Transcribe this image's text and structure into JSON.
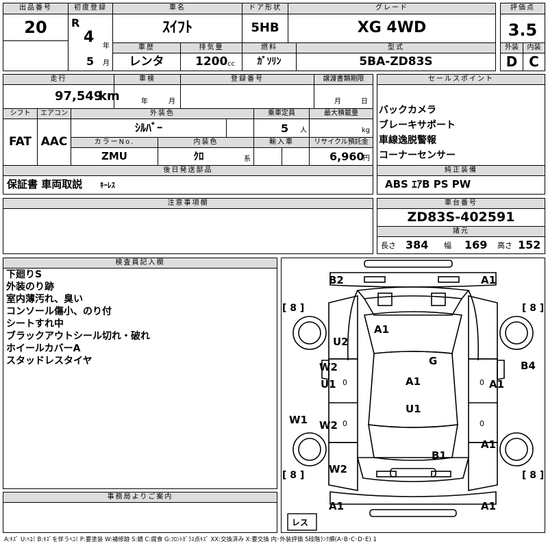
{
  "header": {
    "lot_label": "出品番号",
    "lot": "20",
    "reg_label": "初度登録",
    "era": "R",
    "year": "4",
    "year_unit": "年",
    "month": "5",
    "month_unit": "月",
    "name_label": "車名",
    "name": "ｽｲﾌﾄ",
    "door_label": "ドア形状",
    "door": "5HB",
    "grade_label": "グレード",
    "grade": "XG 4WD",
    "score_label": "評価点",
    "score": "3.5",
    "ext_label": "外装",
    "ext": "D",
    "int_label": "内装",
    "int": "C",
    "history_label": "車歴",
    "history": "レンタ",
    "displacement_label": "排気量",
    "displacement": "1200",
    "cc": "cc",
    "fuel_label": "燃料",
    "fuel": "ｶﾞｿﾘﾝ",
    "model_label": "型式",
    "model": "5BA-ZD83S"
  },
  "row2": {
    "mileage_label": "走行",
    "mileage": "97,549",
    "km": "km",
    "inspection_label": "車検",
    "year_unit": "年",
    "month_unit": "月",
    "regno_label": "登録番号",
    "transfer_label": "譲渡書類期限",
    "transfer_month": "月",
    "transfer_day": "日",
    "shift_label": "シフト",
    "shift": "FAT",
    "ac_label": "エアコン",
    "ac": "AAC",
    "ext_color_label": "外装色",
    "ext_color": "ｼﾙﾊﾞｰ",
    "capacity_label": "乗車定員",
    "capacity": "5",
    "capacity_unit": "人",
    "load_label": "最大積載量",
    "load_unit": "kg",
    "colorno_label": "カラーNo.",
    "colorno": "ZMU",
    "int_color_label": "内装色",
    "int_color": "ｸﾛ",
    "int_suffix": "系",
    "import_label": "輸入車",
    "recycle_label": "リサイクル預託金",
    "recycle": "6,960",
    "yen": "円",
    "later_label": "後日発送部品",
    "later": "保証書 車両取説",
    "later_small": "ｷｰﾚｽ"
  },
  "sales": {
    "label": "セールスポイント",
    "items": [
      "バックカメラ",
      "ブレーキサポート",
      "車線逸脱警報",
      "コーナーセンサー"
    ]
  },
  "equipment": {
    "label": "純正装備",
    "value": "ABS ｴｱB PS PW"
  },
  "notes": {
    "label": "注意事項欄"
  },
  "chassis": {
    "label": "車台番号",
    "value": "ZD83S-402591",
    "dims_label": "諸元",
    "len_label": "長さ",
    "len": "384",
    "wid_label": "幅",
    "wid": "169",
    "hei_label": "高さ",
    "hei": "152"
  },
  "inspector": {
    "label": "検査員記入欄",
    "lines": [
      "下廻りS",
      "外装のり跡",
      "室内薄汚れ、臭い",
      "コンソール傷小、のり付",
      "シートすれ中",
      "ブラックアウトシール切れ・破れ",
      "ホイールカバーA",
      "スタッドレスタイヤ"
    ]
  },
  "office": {
    "label": "事務局よりご案内"
  },
  "diagram": {
    "marks": {
      "b2": "B2",
      "a1_tr": "A1",
      "a1_hood": "A1",
      "u2": "U2",
      "g": "G",
      "b4": "B4",
      "w2_l": "W2",
      "u1_l": "U1",
      "a1_c": "A1",
      "a1_r": "A1",
      "u1_c": "U1",
      "w1": "W1",
      "w2_l2": "W2",
      "a1_r2": "A1",
      "b1": "B1",
      "w2_l3": "W2",
      "a1_bl": "A1",
      "a1_br": "A1"
    },
    "tread": [
      "8",
      "8",
      "8",
      "8"
    ],
    "zero": "0",
    "less": "レス"
  },
  "legend": "A:ｷｽﾞ U:ﾍｺﾐ B:ｷｽﾞを伴うﾍｺﾐ P:要塗装 W:補修跡 S:錆 C:腐食 G:ﾌﾛﾝﾄｶﾞﾗｽ点ｷｽﾞ XX:交換済み X:要交換 内･外装評価 5段階ﾗﾝｸ順(A･B･C･D･E) 1"
}
